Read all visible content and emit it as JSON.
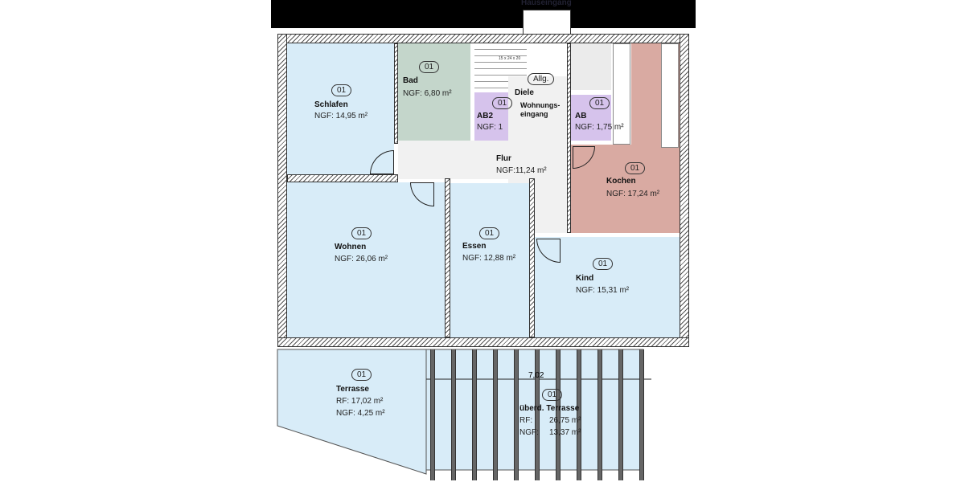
{
  "header": {
    "entrance_label": "Hauseingang"
  },
  "colors": {
    "bedroom": "#d8ecf8",
    "bath": "#c4d6cb",
    "storage": "#d6c3ec",
    "kitchen": "#d9aaa2",
    "hall": "#f3f3f3",
    "top_band": "#000000"
  },
  "rooms": {
    "schlafen": {
      "no": "01",
      "name": "Schlafen",
      "area": "NGF: 14,95 m²"
    },
    "bad": {
      "no": "01",
      "name": "Bad",
      "area": "NGF: 6,80 m²"
    },
    "ab2": {
      "no": "01",
      "name": "AB2",
      "area": "NGF: 1"
    },
    "diele": {
      "name": "Diele",
      "tag": "Allg."
    },
    "wohnungseingang": {
      "name": "Wohnungs-\neingang"
    },
    "ab": {
      "no": "01",
      "name": "AB",
      "area": "NGF: 1,75 m²"
    },
    "flur": {
      "name": "Flur",
      "area": "NGF:11,24 m²"
    },
    "kochen": {
      "no": "01",
      "name": "Kochen",
      "area": "NGF: 17,24 m²"
    },
    "wohnen": {
      "no": "01",
      "name": "Wohnen",
      "area": "NGF: 26,06 m²"
    },
    "essen": {
      "no": "01",
      "name": "Essen",
      "area": "NGF: 12,88 m²"
    },
    "kind": {
      "no": "01",
      "name": "Kind",
      "area": "NGF: 15,31 m²"
    },
    "terrasse": {
      "no": "01",
      "name": "Terrasse",
      "rf": "RF:  17,02 m²",
      "ngf": "NGF: 4,25 m²"
    },
    "ueberd_terrasse": {
      "no": "01",
      "name": "überd. Terrasse",
      "rf_label": "RF:",
      "rf": "26,75 m²",
      "ngf_label": "NGF:",
      "ngf": "13,37 m²"
    }
  },
  "dimension": "7,02",
  "stair_label": "15 x 24 x 20"
}
